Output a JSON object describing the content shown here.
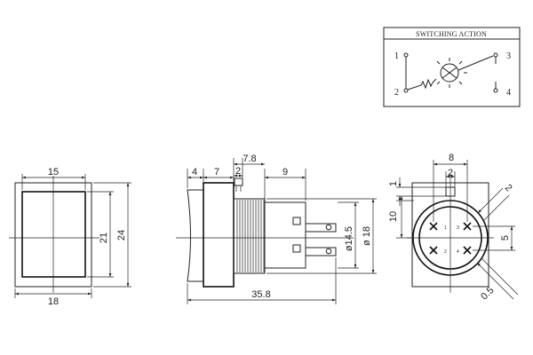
{
  "switching_action": {
    "title": "SWITCHING ACTION",
    "terminals": [
      "1",
      "2",
      "3",
      "4"
    ]
  },
  "front_view": {
    "width_top": "15",
    "width_bottom": "18",
    "height_inner": "21",
    "height_outer": "24"
  },
  "side_view": {
    "dim_4": "4",
    "dim_7": "7",
    "dim_7_8": "7.8",
    "dim_2": "2",
    "dim_9": "9",
    "dia_14_5": "ø14.5",
    "dia_18": "ø 18",
    "length_total": "35.8"
  },
  "rear_view": {
    "dim_8": "8",
    "dim_2": "2",
    "dim_1": "1",
    "dim_10": "10",
    "dim_5": "5",
    "dim_r2": "2",
    "dim_0_5": "0.5",
    "pins": [
      "1",
      "2",
      "3",
      "4"
    ]
  }
}
